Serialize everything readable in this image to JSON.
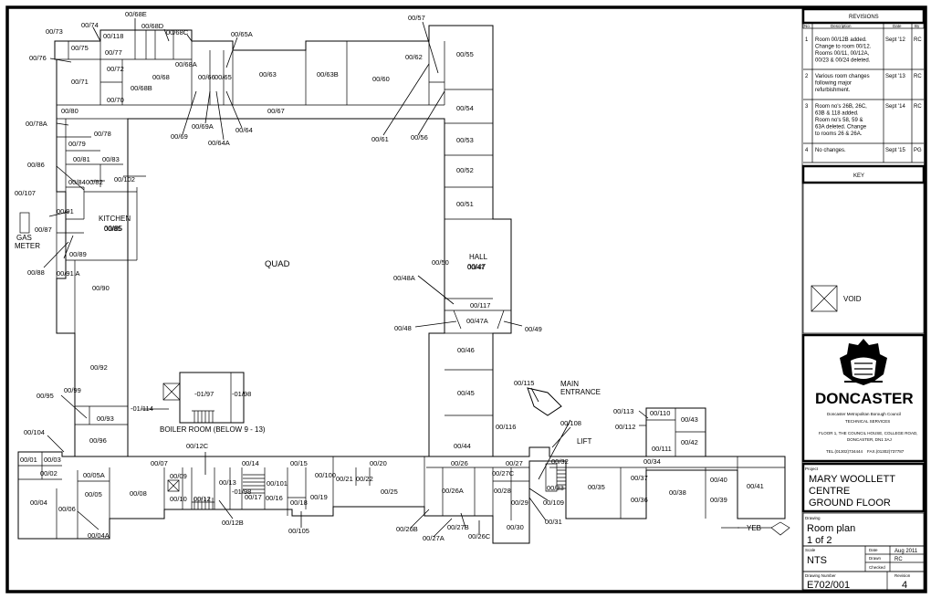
{
  "plan": {
    "courtyard_label": "QUAD",
    "rooms": [
      "00/73",
      "00/74",
      "00/75",
      "00/76",
      "00/71",
      "00/118",
      "00/77",
      "00/72",
      "00/70",
      "00/68E",
      "00/68D",
      "00/68C",
      "00/68B",
      "00/68",
      "00/68A",
      "00/66",
      "00/65",
      "00/65A",
      "00/63",
      "00/63B",
      "00/60",
      "00/62",
      "00/57",
      "00/55",
      "00/54",
      "00/53",
      "00/52",
      "00/51",
      "00/80",
      "00/67",
      "00/69",
      "00/69A",
      "00/64A",
      "00/64",
      "00/61",
      "00/56",
      "00/78A",
      "00/78",
      "00/79",
      "00/81",
      "00/83",
      "00/84",
      "00/82",
      "00/102",
      "00/86",
      "00/107",
      "00/91",
      "00/87",
      "00/88",
      "00/89",
      "00/91 A",
      "00/90",
      "00/85",
      "00/50",
      "00/47",
      "00/48A",
      "00/117",
      "00/47A",
      "00/48",
      "00/49",
      "00/46",
      "00/45",
      "00/92",
      "00/99",
      "00/95",
      "00/93",
      "00/96",
      "-01/97",
      "-01/98",
      "-01/114",
      "00/115",
      "00/116",
      "00/108",
      "00/44",
      "00/113",
      "00/110",
      "00/112",
      "00/43",
      "00/111",
      "00/42",
      "00/104",
      "00/01",
      "00/03",
      "00/02",
      "00/04",
      "00/06",
      "00/05A",
      "00/05",
      "00/04A",
      "00/08",
      "00/07",
      "00/12C",
      "00/09",
      "00/10",
      "00/12",
      "00/13",
      "-01/98",
      "00/14",
      "00/17",
      "00/16",
      "00/15",
      "00/101",
      "00/18",
      "00/100",
      "00/19",
      "00/21",
      "00/22",
      "00/20",
      "00/25",
      "00/26",
      "00/26A",
      "00/26B",
      "00/27A",
      "00/27B",
      "00/26C",
      "00/27",
      "00/27C",
      "00/28",
      "00/29",
      "00/30",
      "00/31",
      "00/32",
      "00/33",
      "00/109",
      "00/34",
      "00/35",
      "00/37",
      "00/36",
      "00/38",
      "00/40",
      "00/39",
      "00/41",
      "00/12B",
      "00/105"
    ],
    "labels": {
      "kitchen": "KITCHEN",
      "kitchen_room": "00/85",
      "hall": "HALL",
      "hall_room": "00/47",
      "gas_meter_1": "GAS",
      "gas_meter_2": "METER",
      "boiler_room": "BOILER ROOM (BELOW  9 - 13)",
      "main_entrance_1": "MAIN",
      "main_entrance_2": "ENTRANCE",
      "lift": "LIFT",
      "yeb": "YEB"
    }
  },
  "revisions": {
    "title": "REVISIONS",
    "columns": [
      "No.",
      "Description",
      "Date",
      "By"
    ],
    "rows": [
      {
        "no": "1",
        "desc": [
          "Room 00/12B added.",
          "Change to room 00/12.",
          "Rooms 00/11, 00/12A,",
          "00/23 & 00/24 deleted."
        ],
        "date": "Sept '12",
        "by": "RC"
      },
      {
        "no": "2",
        "desc": [
          "Various room changes",
          "following major",
          "refurbishment."
        ],
        "date": "Sept '13",
        "by": "RC"
      },
      {
        "no": "3",
        "desc": [
          "Room no's 26B, 26C,",
          "63B & 118 added.",
          "Room no's 58, 59 &",
          "63A deleted. Change",
          "to rooms 26 & 26A."
        ],
        "date": "Sept '14",
        "by": "RC"
      },
      {
        "no": "4",
        "desc": [
          "No changes."
        ],
        "date": "Sept '15",
        "by": "PG"
      }
    ]
  },
  "key": {
    "title": "KEY",
    "void_label": "VOID"
  },
  "council": {
    "name": "DONCASTER",
    "subtitle": "Doncaster Metropolitan Borough Council",
    "dept": "TECHNICAL SERVICES",
    "address_1": "FLOOR 1, THE COUNCIL HOUSE,  COLLEGE  ROAD,",
    "address_2": "DONCASTER,  DN1 3AJ",
    "tel": "TEL.(01302)734444",
    "fax": "FAX.(01302)737787"
  },
  "titleblock": {
    "project_caption": "Project",
    "project_lines": [
      "MARY WOOLLETT",
      "CENTRE",
      "GROUND FLOOR"
    ],
    "drawing_caption": "Drawing",
    "drawing_lines": [
      "Room plan",
      "1 of 2"
    ],
    "scale_caption": "Scale",
    "scale": "NTS",
    "date_caption": "Date",
    "date": "Aug 2011",
    "drawn_caption": "Drawn",
    "drawn": "RC",
    "checked_caption": "Checked",
    "checked": "",
    "number_caption": "Drawing Number",
    "number": "E702/001",
    "revision_caption": "Revision",
    "revision": "4"
  }
}
